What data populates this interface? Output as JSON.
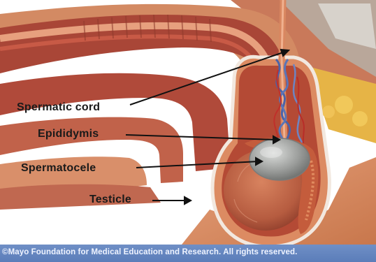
{
  "labels": {
    "spermatic_cord": "Spermatic cord",
    "epididymis": "Epididymis",
    "spermatocele": "Spermatocele",
    "testicle": "Testicle"
  },
  "footer": {
    "credit": "©Mayo Foundation for Medical Education and Research.  All rights reserved."
  },
  "colors": {
    "footer_band": "#5f80bc",
    "skin": "#d9895a",
    "muscle": "#b8503f",
    "testicle": "#c86c4e",
    "cyst": "#a8aaa8",
    "fat": "#e7b64a"
  }
}
